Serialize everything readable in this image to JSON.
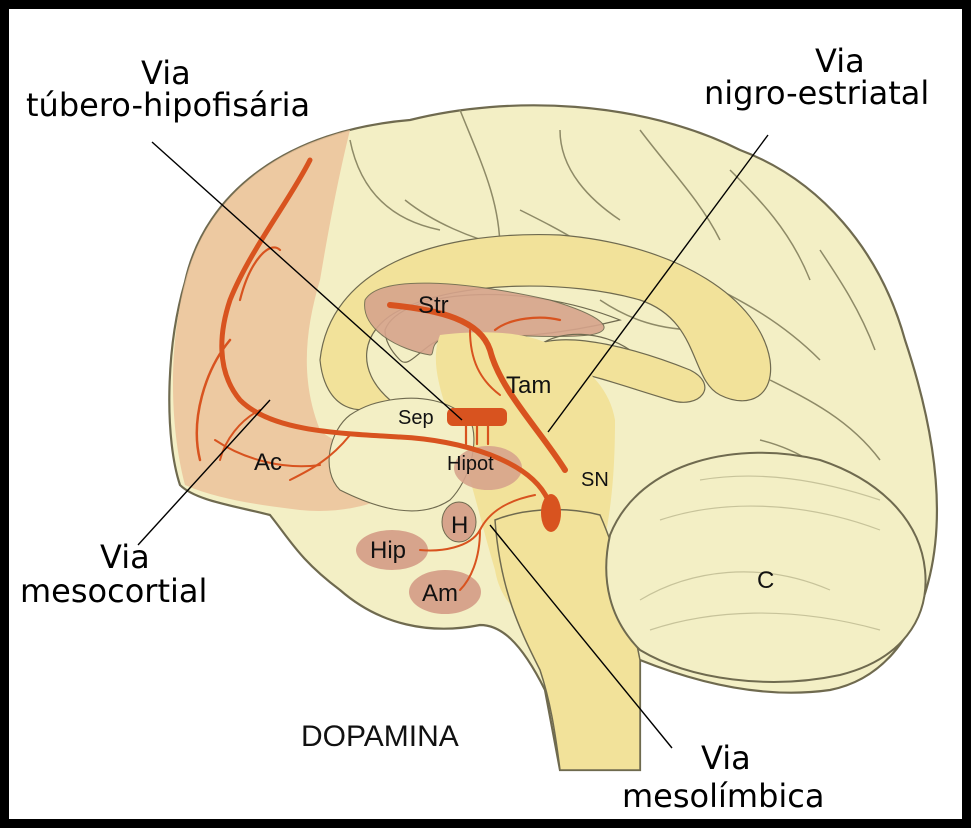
{
  "colors": {
    "brain_fill": "#f3efc5",
    "brain_outline": "#6f6a4f",
    "structure_fill": "#f2e29a",
    "cortex_highlight": "#ebc29a",
    "nucleus_fill": "#d7a48c",
    "pathway": "#d8531f"
  },
  "callouts": {
    "tubero_line1": "Via",
    "tubero_line2": "túbero-hipofisária",
    "nigro_line1": "Via",
    "nigro_line2": "nigro-estriatal",
    "meso_cortical_line1": "Via",
    "meso_cortical_line2": "mesocortial",
    "meso_limbic_line1": "Via",
    "meso_limbic_line2": "mesolímbica"
  },
  "regions": {
    "striatum": "Str",
    "thalamus": "Tam",
    "septum": "Sep",
    "hypothalamus": "Hipot",
    "substantia_nigra": "SN",
    "cortex": "Ac",
    "hypophysis": "H",
    "hippocampus": "Hip",
    "amygdala": "Am",
    "cerebellum": "C"
  },
  "title": "DOPAMINA"
}
